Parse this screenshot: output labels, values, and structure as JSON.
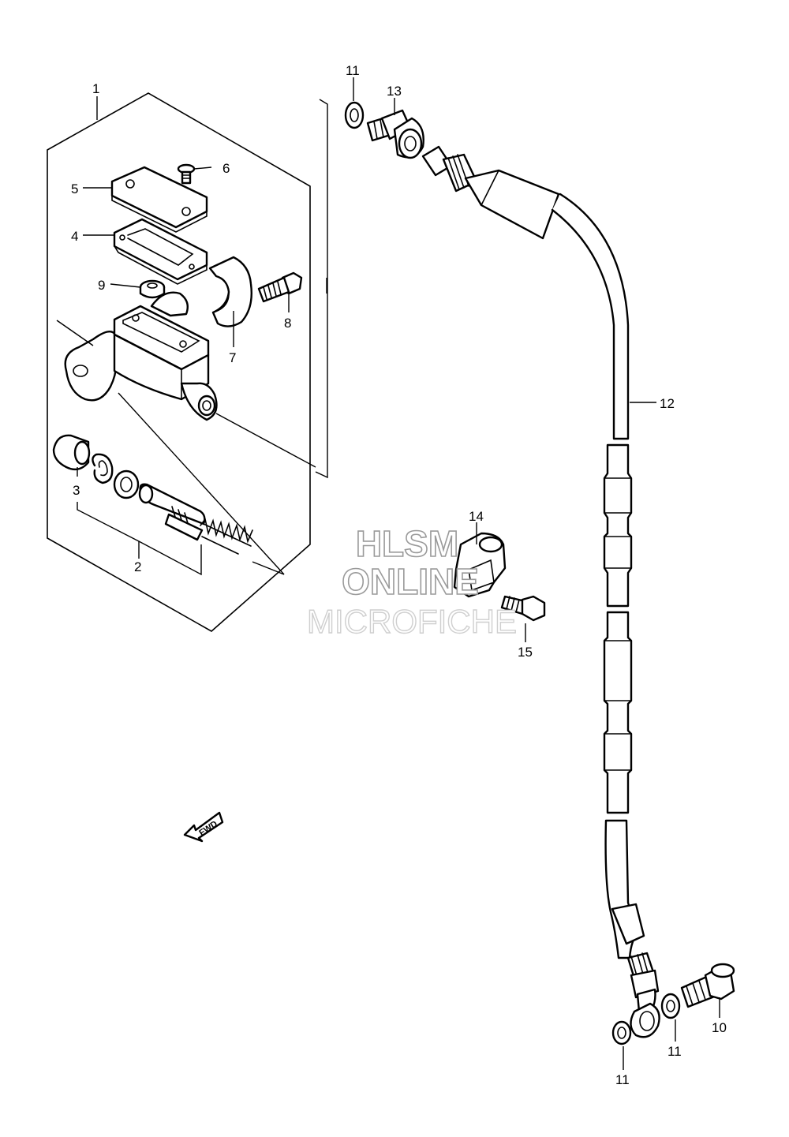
{
  "callouts": [
    {
      "id": "1",
      "label": "1"
    },
    {
      "id": "2",
      "label": "2"
    },
    {
      "id": "3",
      "label": "3"
    },
    {
      "id": "4",
      "label": "4"
    },
    {
      "id": "5",
      "label": "5"
    },
    {
      "id": "6",
      "label": "6"
    },
    {
      "id": "7",
      "label": "7"
    },
    {
      "id": "8",
      "label": "8"
    },
    {
      "id": "9",
      "label": "9"
    },
    {
      "id": "10",
      "label": "10"
    },
    {
      "id": "11a",
      "label": "11"
    },
    {
      "id": "11b",
      "label": "11"
    },
    {
      "id": "11c",
      "label": "11"
    },
    {
      "id": "12",
      "label": "12"
    },
    {
      "id": "13",
      "label": "13"
    },
    {
      "id": "14",
      "label": "14"
    },
    {
      "id": "15",
      "label": "15"
    }
  ],
  "watermark": {
    "line1": "HLSM",
    "line2": "ONLINE",
    "line3": "MICROFICHE"
  },
  "direction_arrow": {
    "label": "FWD",
    "icon": "fwd-arrow-icon"
  }
}
